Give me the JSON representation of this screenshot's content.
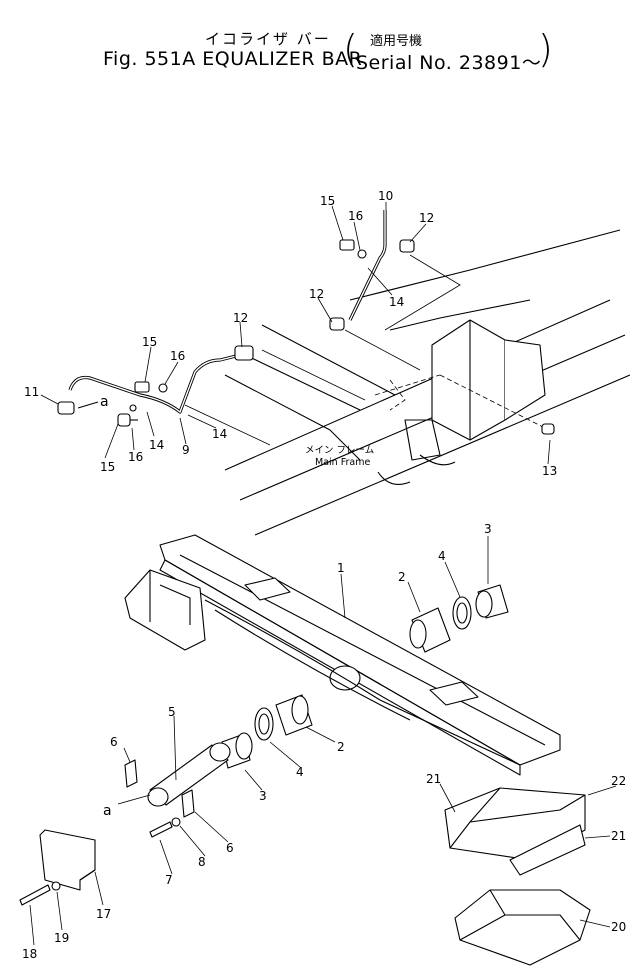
{
  "header": {
    "title_jp": "イコライザ バー",
    "title_en": "Fig. 551A EQUALIZER BAR",
    "serial_jp": "適用号機",
    "serial_en": "Serial No. 23891～",
    "bracket_open": "(",
    "bracket_close": ")"
  },
  "frame_label": {
    "jp": "メイン フレーム",
    "en": "Main Frame"
  },
  "letter_marker": "a",
  "callouts": {
    "c1": "1",
    "c2a": "2",
    "c2b": "2",
    "c3a": "3",
    "c3b": "3",
    "c4a": "4",
    "c4b": "4",
    "c5": "5",
    "c6a": "6",
    "c6b": "6",
    "c7": "7",
    "c8": "8",
    "c9": "9",
    "c10": "10",
    "c11": "11",
    "c12a": "12",
    "c12b": "12",
    "c12c": "12",
    "c13": "13",
    "c14a": "14",
    "c14b": "14",
    "c14c": "14",
    "c15a": "15",
    "c15b": "15",
    "c15c": "15",
    "c16a": "16",
    "c16b": "16",
    "c16c": "16",
    "c17": "17",
    "c18": "18",
    "c19": "19",
    "c20": "20",
    "c21a": "21",
    "c21b": "21",
    "c22": "22"
  }
}
